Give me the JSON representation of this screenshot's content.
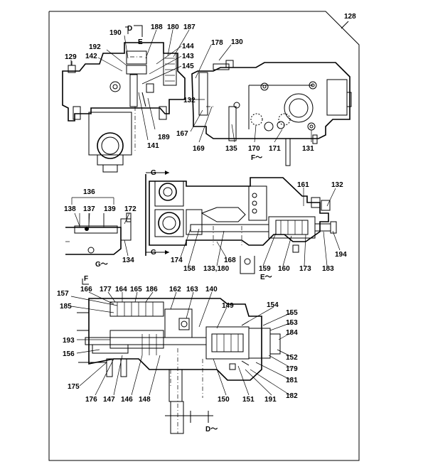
{
  "page_number": "128",
  "view_marks": {
    "d_top": "D",
    "e_top": "E",
    "f_top": "F",
    "f_bottom": "F～",
    "g_upper": "G",
    "g_lower": "G",
    "g_bottom": "G～",
    "e_bottom": "E～",
    "d_bottom": "D～"
  },
  "callouts": [
    {
      "id": "c188",
      "text": "188"
    },
    {
      "id": "c180",
      "text": "180"
    },
    {
      "id": "c187",
      "text": "187"
    },
    {
      "id": "c190",
      "text": "190"
    },
    {
      "id": "c192",
      "text": "192"
    },
    {
      "id": "c129",
      "text": "129"
    },
    {
      "id": "c142",
      "text": "142"
    },
    {
      "id": "c144",
      "text": "144"
    },
    {
      "id": "c143",
      "text": "143"
    },
    {
      "id": "c145",
      "text": "145"
    },
    {
      "id": "c178",
      "text": "178"
    },
    {
      "id": "c130",
      "text": "130"
    },
    {
      "id": "c132a",
      "text": "132"
    },
    {
      "id": "c167",
      "text": "167"
    },
    {
      "id": "c189",
      "text": "189"
    },
    {
      "id": "c141",
      "text": "141"
    },
    {
      "id": "c169",
      "text": "169"
    },
    {
      "id": "c135",
      "text": "135"
    },
    {
      "id": "c170",
      "text": "170"
    },
    {
      "id": "c171",
      "text": "171"
    },
    {
      "id": "c131",
      "text": "131"
    },
    {
      "id": "c136",
      "text": "136"
    },
    {
      "id": "c138",
      "text": "138"
    },
    {
      "id": "c137",
      "text": "137"
    },
    {
      "id": "c139",
      "text": "139"
    },
    {
      "id": "c172",
      "text": "172"
    },
    {
      "id": "c134",
      "text": "134"
    },
    {
      "id": "c161",
      "text": "161"
    },
    {
      "id": "c132b",
      "text": "132"
    },
    {
      "id": "c174",
      "text": "174"
    },
    {
      "id": "c158",
      "text": "158"
    },
    {
      "id": "c133",
      "text": "133,180"
    },
    {
      "id": "c168",
      "text": "168"
    },
    {
      "id": "c159",
      "text": "159"
    },
    {
      "id": "c160",
      "text": "160"
    },
    {
      "id": "c173",
      "text": "173"
    },
    {
      "id": "c183",
      "text": "183"
    },
    {
      "id": "c194",
      "text": "194"
    },
    {
      "id": "c157",
      "text": "157"
    },
    {
      "id": "c166",
      "text": "166"
    },
    {
      "id": "c177",
      "text": "177"
    },
    {
      "id": "c164",
      "text": "164"
    },
    {
      "id": "c165",
      "text": "165"
    },
    {
      "id": "c186",
      "text": "186"
    },
    {
      "id": "c162",
      "text": "162"
    },
    {
      "id": "c163",
      "text": "163"
    },
    {
      "id": "c140",
      "text": "140"
    },
    {
      "id": "c185",
      "text": "185"
    },
    {
      "id": "c149",
      "text": "149"
    },
    {
      "id": "c154",
      "text": "154"
    },
    {
      "id": "c155",
      "text": "155"
    },
    {
      "id": "c153",
      "text": "153"
    },
    {
      "id": "c184",
      "text": "184"
    },
    {
      "id": "c193",
      "text": "193"
    },
    {
      "id": "c156",
      "text": "156"
    },
    {
      "id": "c152",
      "text": "152"
    },
    {
      "id": "c179",
      "text": "179"
    },
    {
      "id": "c181",
      "text": "181"
    },
    {
      "id": "c175",
      "text": "175"
    },
    {
      "id": "c176",
      "text": "176"
    },
    {
      "id": "c147",
      "text": "147"
    },
    {
      "id": "c146",
      "text": "146"
    },
    {
      "id": "c148",
      "text": "148"
    },
    {
      "id": "c150",
      "text": "150"
    },
    {
      "id": "c151",
      "text": "151"
    },
    {
      "id": "c191",
      "text": "191"
    },
    {
      "id": "c182",
      "text": "182"
    }
  ]
}
